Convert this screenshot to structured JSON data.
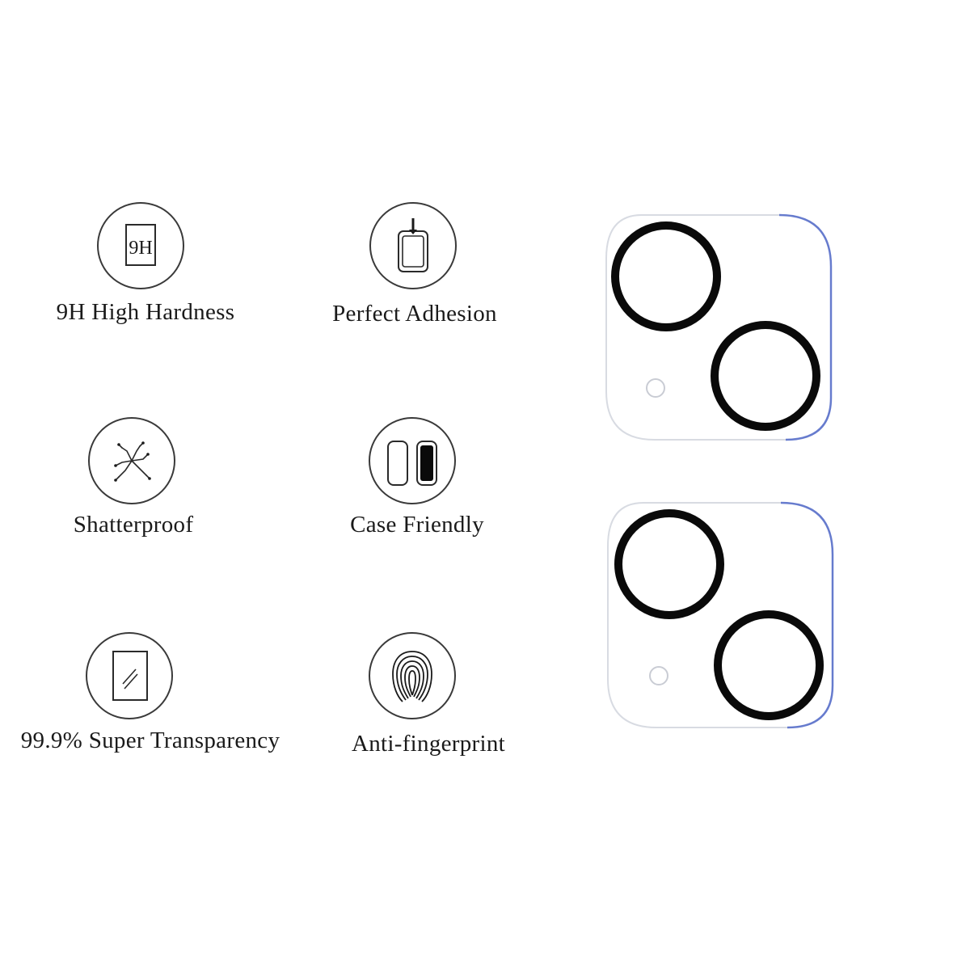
{
  "features": [
    {
      "id": "hardness",
      "label": "9H High Hardness",
      "icon": "9h-hardness-icon",
      "icon_text": "9H"
    },
    {
      "id": "adhesion",
      "label": "Perfect Adhesion",
      "icon": "adhesion-icon"
    },
    {
      "id": "shatterproof",
      "label": "Shatterproof",
      "icon": "shatter-icon"
    },
    {
      "id": "case",
      "label": "Case Friendly",
      "icon": "case-friendly-icon"
    },
    {
      "id": "transparency",
      "label": "99.9% Super Transparency",
      "icon": "transparency-icon"
    },
    {
      "id": "fingerprint",
      "label": "Anti-fingerprint",
      "icon": "fingerprint-icon"
    }
  ],
  "product": {
    "count": 2,
    "frame_edge_color": "#4a63c8",
    "lens_ring_color": "#0a0a0a"
  }
}
